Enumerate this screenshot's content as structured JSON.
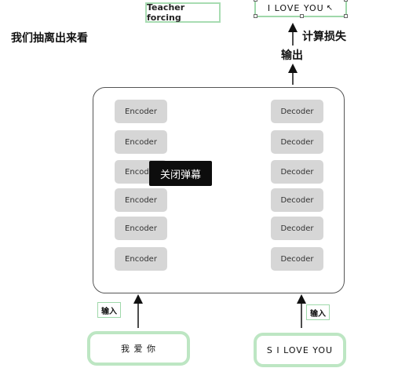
{
  "header": {
    "teacher_forcing": "Teacher forcing",
    "output_sentence": "I LOVE YOU",
    "title_cn": "我们抽离出来看",
    "loss_label": "计算损失",
    "output_label": "输出"
  },
  "model": {
    "encoder_label": "Encoder",
    "decoder_label": "Decoder",
    "encoder_count": 6,
    "decoder_count": 6
  },
  "overlay": {
    "close_danmaku": "关闭弹幕"
  },
  "inputs": {
    "input_label": "输入",
    "encoder_input": "我 爱 你",
    "decoder_input": "S I LOVE YOU"
  },
  "colors": {
    "box_border": "#9fd8aa",
    "block_fill": "#d6d6d6",
    "popup_bg": "#0d0d0d"
  }
}
